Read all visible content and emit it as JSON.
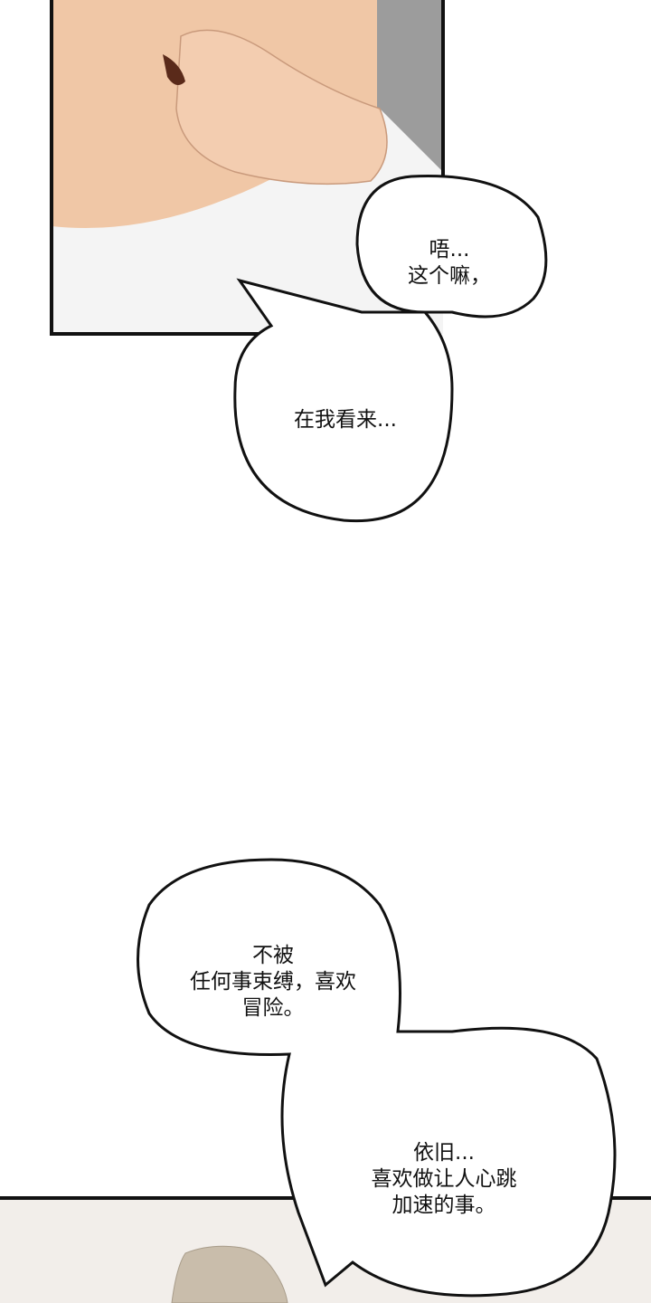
{
  "panels": [
    {
      "bubbles": [
        {
          "lines": [
            "唔...",
            "这个嘛，"
          ]
        },
        {
          "lines": [
            "在我看来..."
          ]
        }
      ]
    },
    {
      "bubbles": [
        {
          "lines": [
            "不被",
            "任何事束缚，喜欢",
            "冒险。"
          ]
        },
        {
          "lines": [
            "依旧...",
            "喜欢做让人心跳",
            "加速的事。"
          ]
        }
      ]
    }
  ],
  "colors": {
    "skin": "#f0c7a6",
    "shirt": "#f4f4f4",
    "wall": "#9c9c9c",
    "bg_bottom": "#f2eeea",
    "hair": "#c9bdab",
    "ink": "#111111"
  }
}
